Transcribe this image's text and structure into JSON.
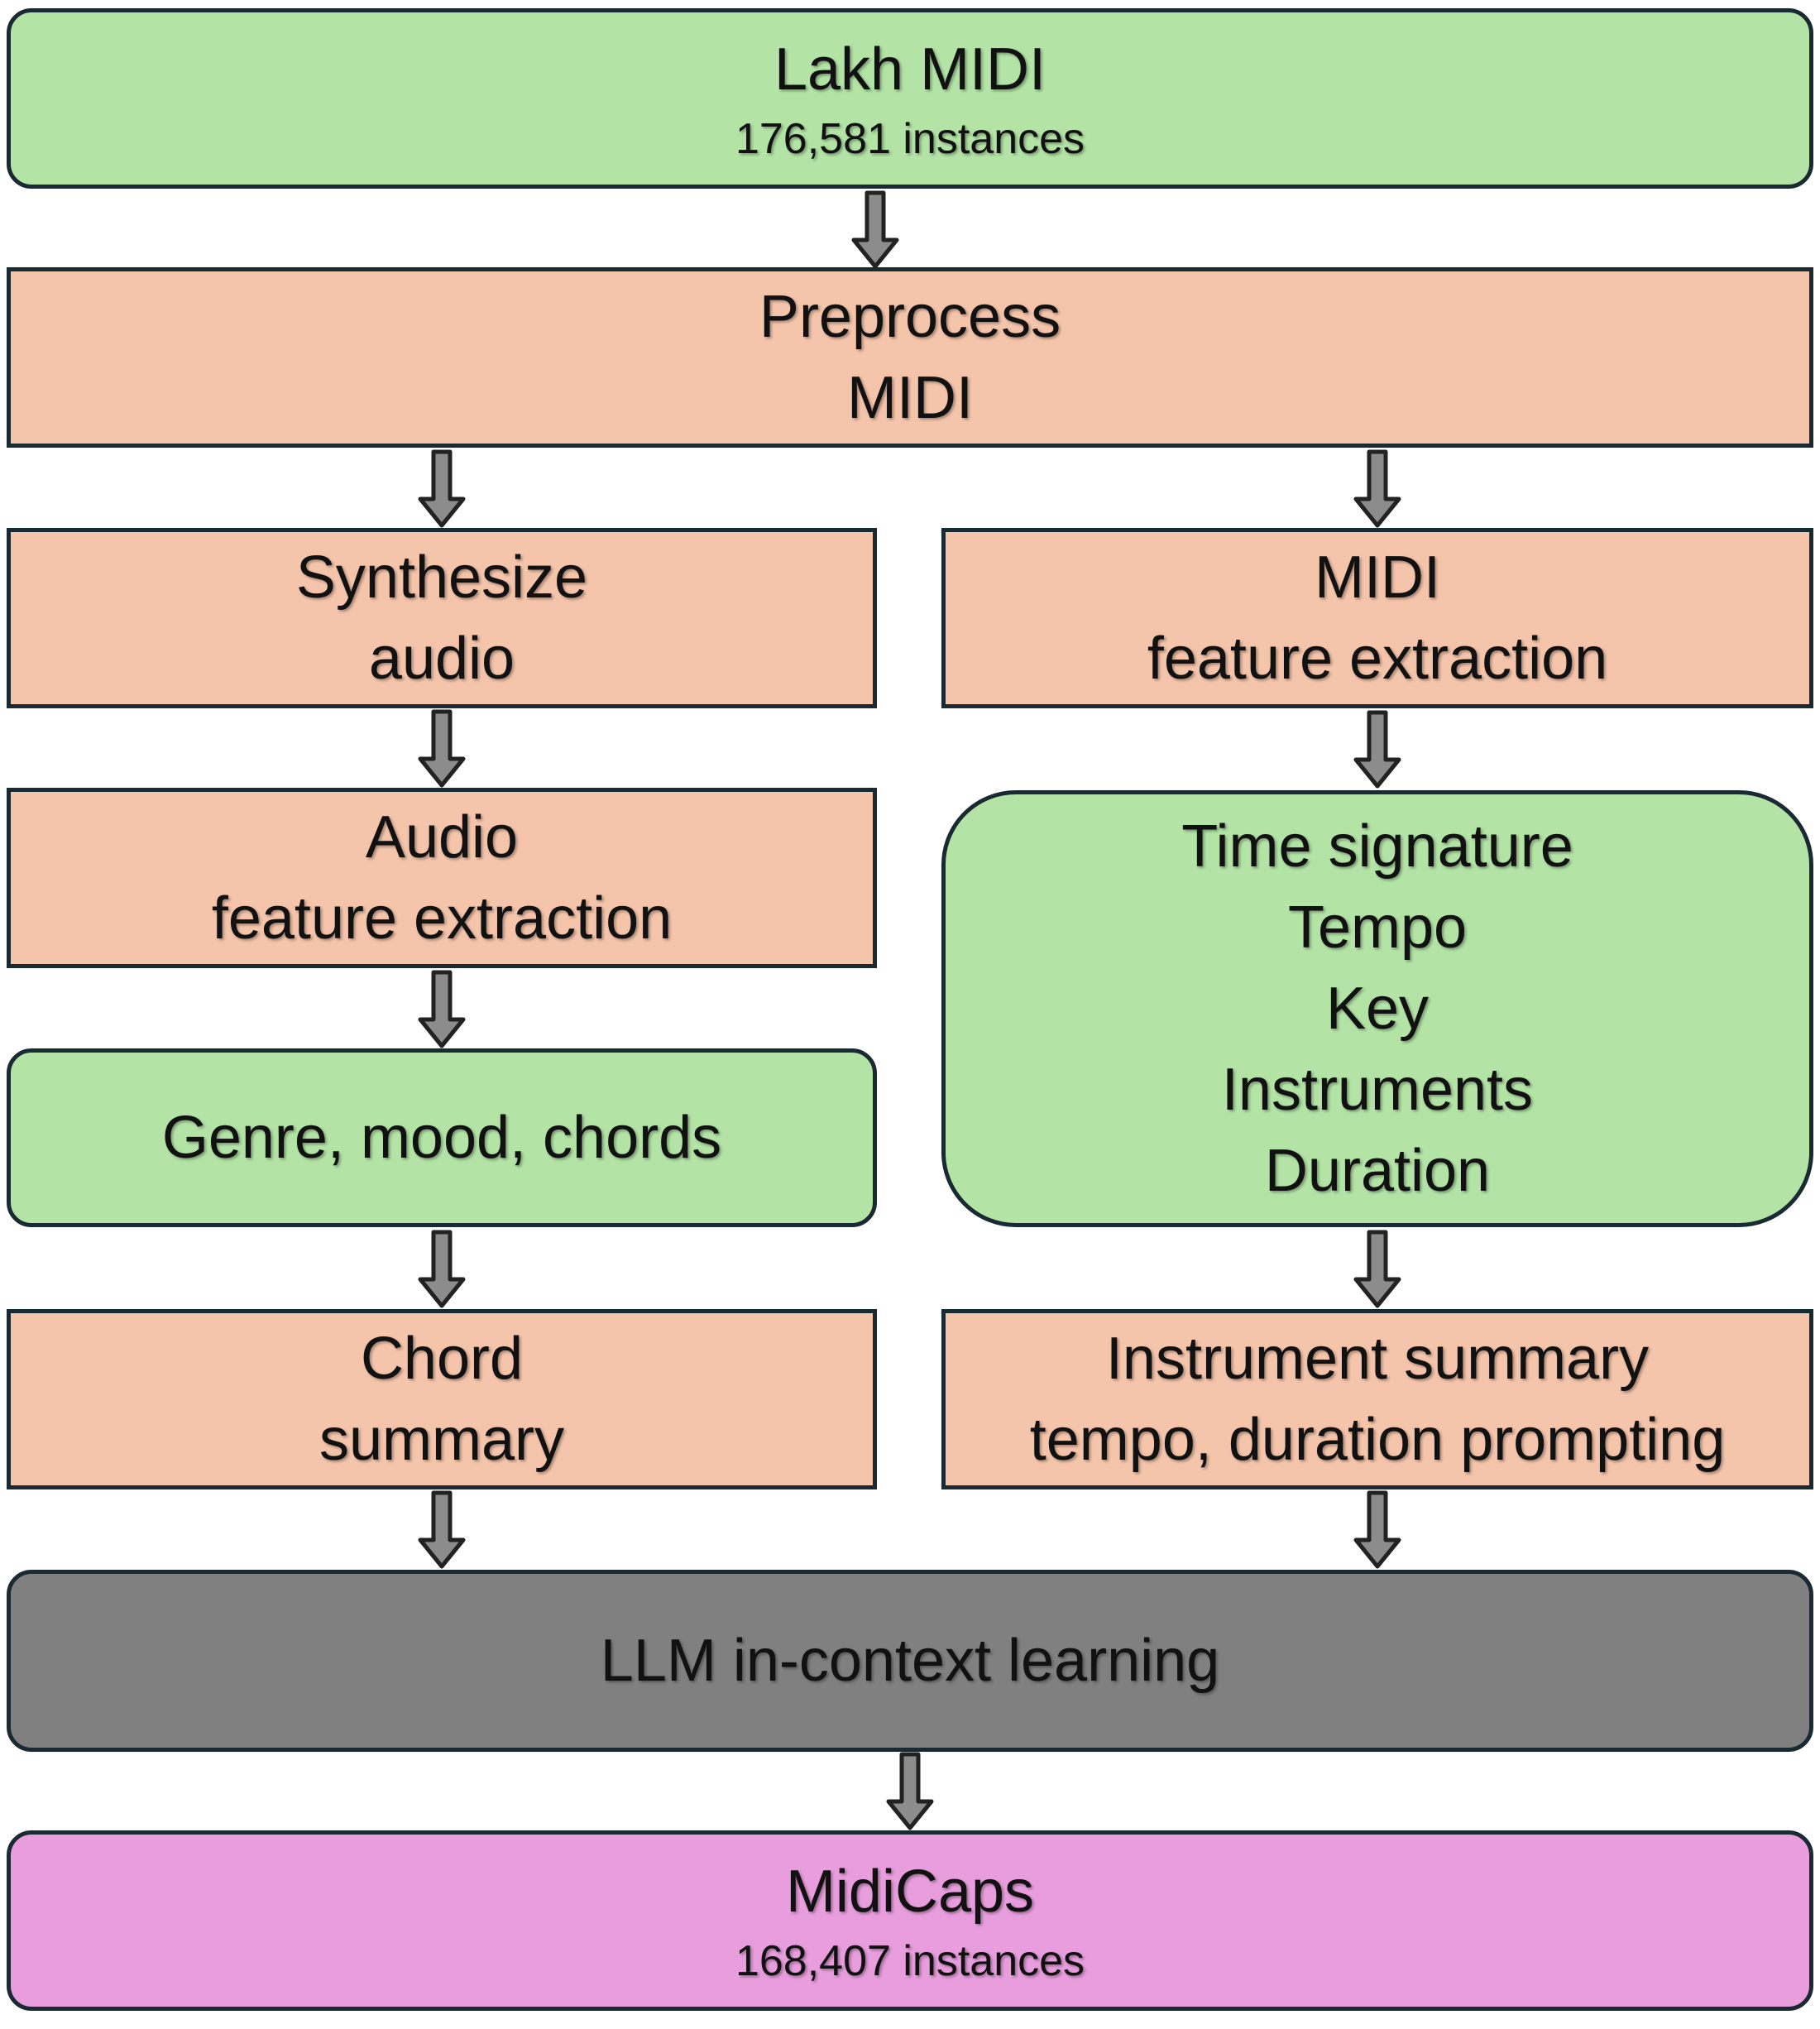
{
  "nodes": {
    "lakh": {
      "title": "Lakh MIDI",
      "subtitle": "176,581 instances"
    },
    "preprocess": {
      "line1": "Preprocess",
      "line2": "MIDI"
    },
    "synthesize": {
      "line1": "Synthesize",
      "line2": "audio"
    },
    "midi_features": {
      "line1": "MIDI",
      "line2": "feature extraction"
    },
    "audio_features": {
      "line1": "Audio",
      "line2": "feature extraction"
    },
    "midi_outputs": {
      "items": [
        "Time signature",
        "Tempo",
        "Key",
        "Instruments",
        "Duration"
      ]
    },
    "audio_outputs": {
      "label": "Genre, mood, chords"
    },
    "chord_summary": {
      "line1": "Chord",
      "line2": "summary"
    },
    "instrument_summary": {
      "line1": "Instrument summary",
      "line2": "tempo, duration prompting"
    },
    "llm": {
      "label": "LLM in-context learning"
    },
    "midicaps": {
      "title": "MidiCaps",
      "subtitle": "168,407 instances"
    }
  },
  "colors": {
    "green": "#b3e4a6",
    "peach": "#f5c5ab",
    "gray": "#808080",
    "pink": "#e89edd",
    "border": "#1a2a33"
  }
}
